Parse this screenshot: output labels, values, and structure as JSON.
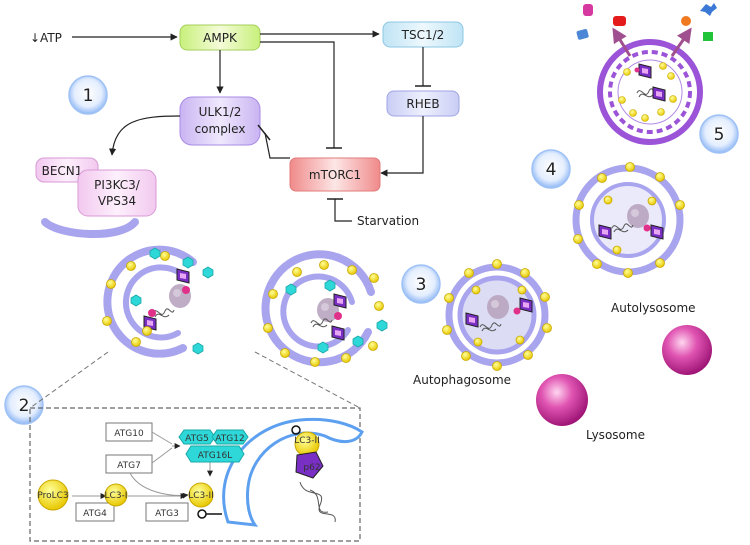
{
  "signaling": {
    "atp": "↓ATP",
    "ampk": "AMPK",
    "tsc": "TSC1/2",
    "rheb": "RHEB",
    "ulk_line1": "ULK1/2",
    "ulk_line2": "complex",
    "mtorc1": "mTORC1",
    "starvation": "Starvation",
    "becn1": "BECN1",
    "pi3_line1": "PI3KC3/",
    "pi3_line2": "VPS34"
  },
  "steps": [
    "1",
    "2",
    "3",
    "4",
    "5"
  ],
  "structures": {
    "autophagosome": "Autophagosome",
    "autolysosome": "Autolysosome",
    "lysosome": "Lysosome"
  },
  "inset": {
    "atg10": "ATG10",
    "atg7": "ATG7",
    "atg5": "ATG5",
    "atg12": "ATG12",
    "atg16l": "ATG16L",
    "prolc3": "ProLC3",
    "atg4": "ATG4",
    "lc3i": "LC3-I",
    "atg3": "ATG3",
    "lc3ii": "LC3-II",
    "lc3ii_bound": "LC3-II",
    "p62": "p62"
  },
  "colors": {
    "membrane": "#a9a4ee",
    "membrane_dark": "#8a82e6",
    "lc3_yellow": "#f5e230",
    "atg_cyan": "#2fd8d8",
    "lysosome_pink": "#d63aa0",
    "mtorc1_red": "#f4a9a9",
    "ampk_green": "#e2f5a6",
    "receptor_purple": "#8b3fd6",
    "badge_blue": "#b9d3fb"
  }
}
